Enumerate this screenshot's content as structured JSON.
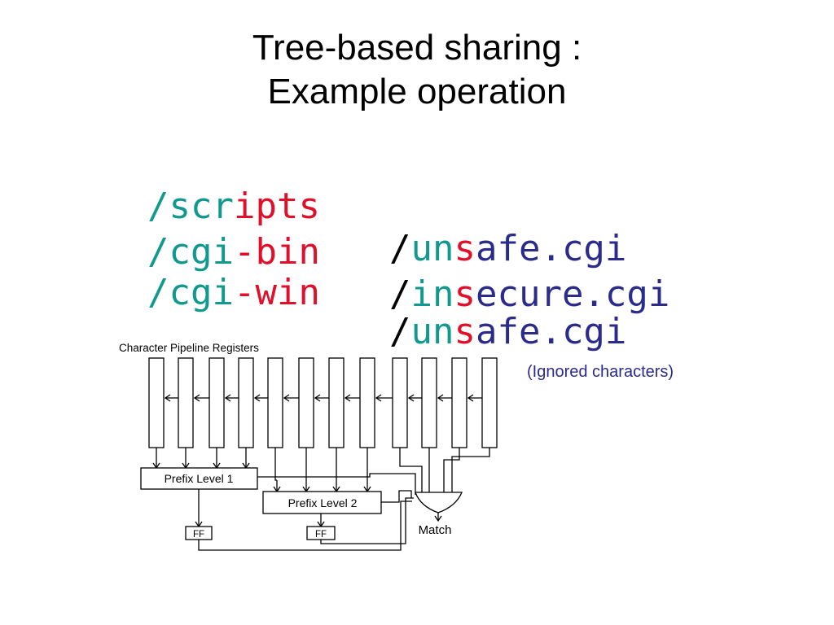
{
  "title": {
    "line1": "Tree-based sharing :",
    "line2": "Example operation"
  },
  "colors": {
    "teal": "#12998f",
    "red": "#e0102a",
    "blue": "#2b2b8c",
    "black": "#000000"
  },
  "strings_left": [
    [
      {
        "t": "/",
        "c": "teal"
      },
      {
        "t": "scr",
        "c": "teal"
      },
      {
        "t": "ipts",
        "c": "red"
      }
    ],
    [
      {
        "t": "/",
        "c": "teal"
      },
      {
        "t": "cgi",
        "c": "teal"
      },
      {
        "t": "-bin",
        "c": "red"
      }
    ],
    [
      {
        "t": "/",
        "c": "teal"
      },
      {
        "t": "cgi",
        "c": "teal"
      },
      {
        "t": "-win",
        "c": "red"
      }
    ]
  ],
  "strings_right": [
    [
      {
        "t": "/",
        "c": "black"
      },
      {
        "t": "un",
        "c": "teal"
      },
      {
        "t": "s",
        "c": "red"
      },
      {
        "t": "afe.cgi",
        "c": "blue"
      }
    ],
    [
      {
        "t": "/",
        "c": "black"
      },
      {
        "t": "in",
        "c": "teal"
      },
      {
        "t": "s",
        "c": "red"
      },
      {
        "t": "ecure.cgi",
        "c": "blue"
      }
    ],
    [
      {
        "t": "/",
        "c": "black"
      },
      {
        "t": "un",
        "c": "teal"
      },
      {
        "t": "s",
        "c": "red"
      },
      {
        "t": "afe.cgi",
        "c": "blue"
      }
    ]
  ],
  "ignored_note": "(Ignored characters)",
  "diagram": {
    "registers_label": "Character Pipeline Registers",
    "prefix1_label": "Prefix Level 1",
    "prefix2_label": "Prefix Level 2",
    "ff_label": "FF",
    "match_label": "Match",
    "register_count": 12
  }
}
